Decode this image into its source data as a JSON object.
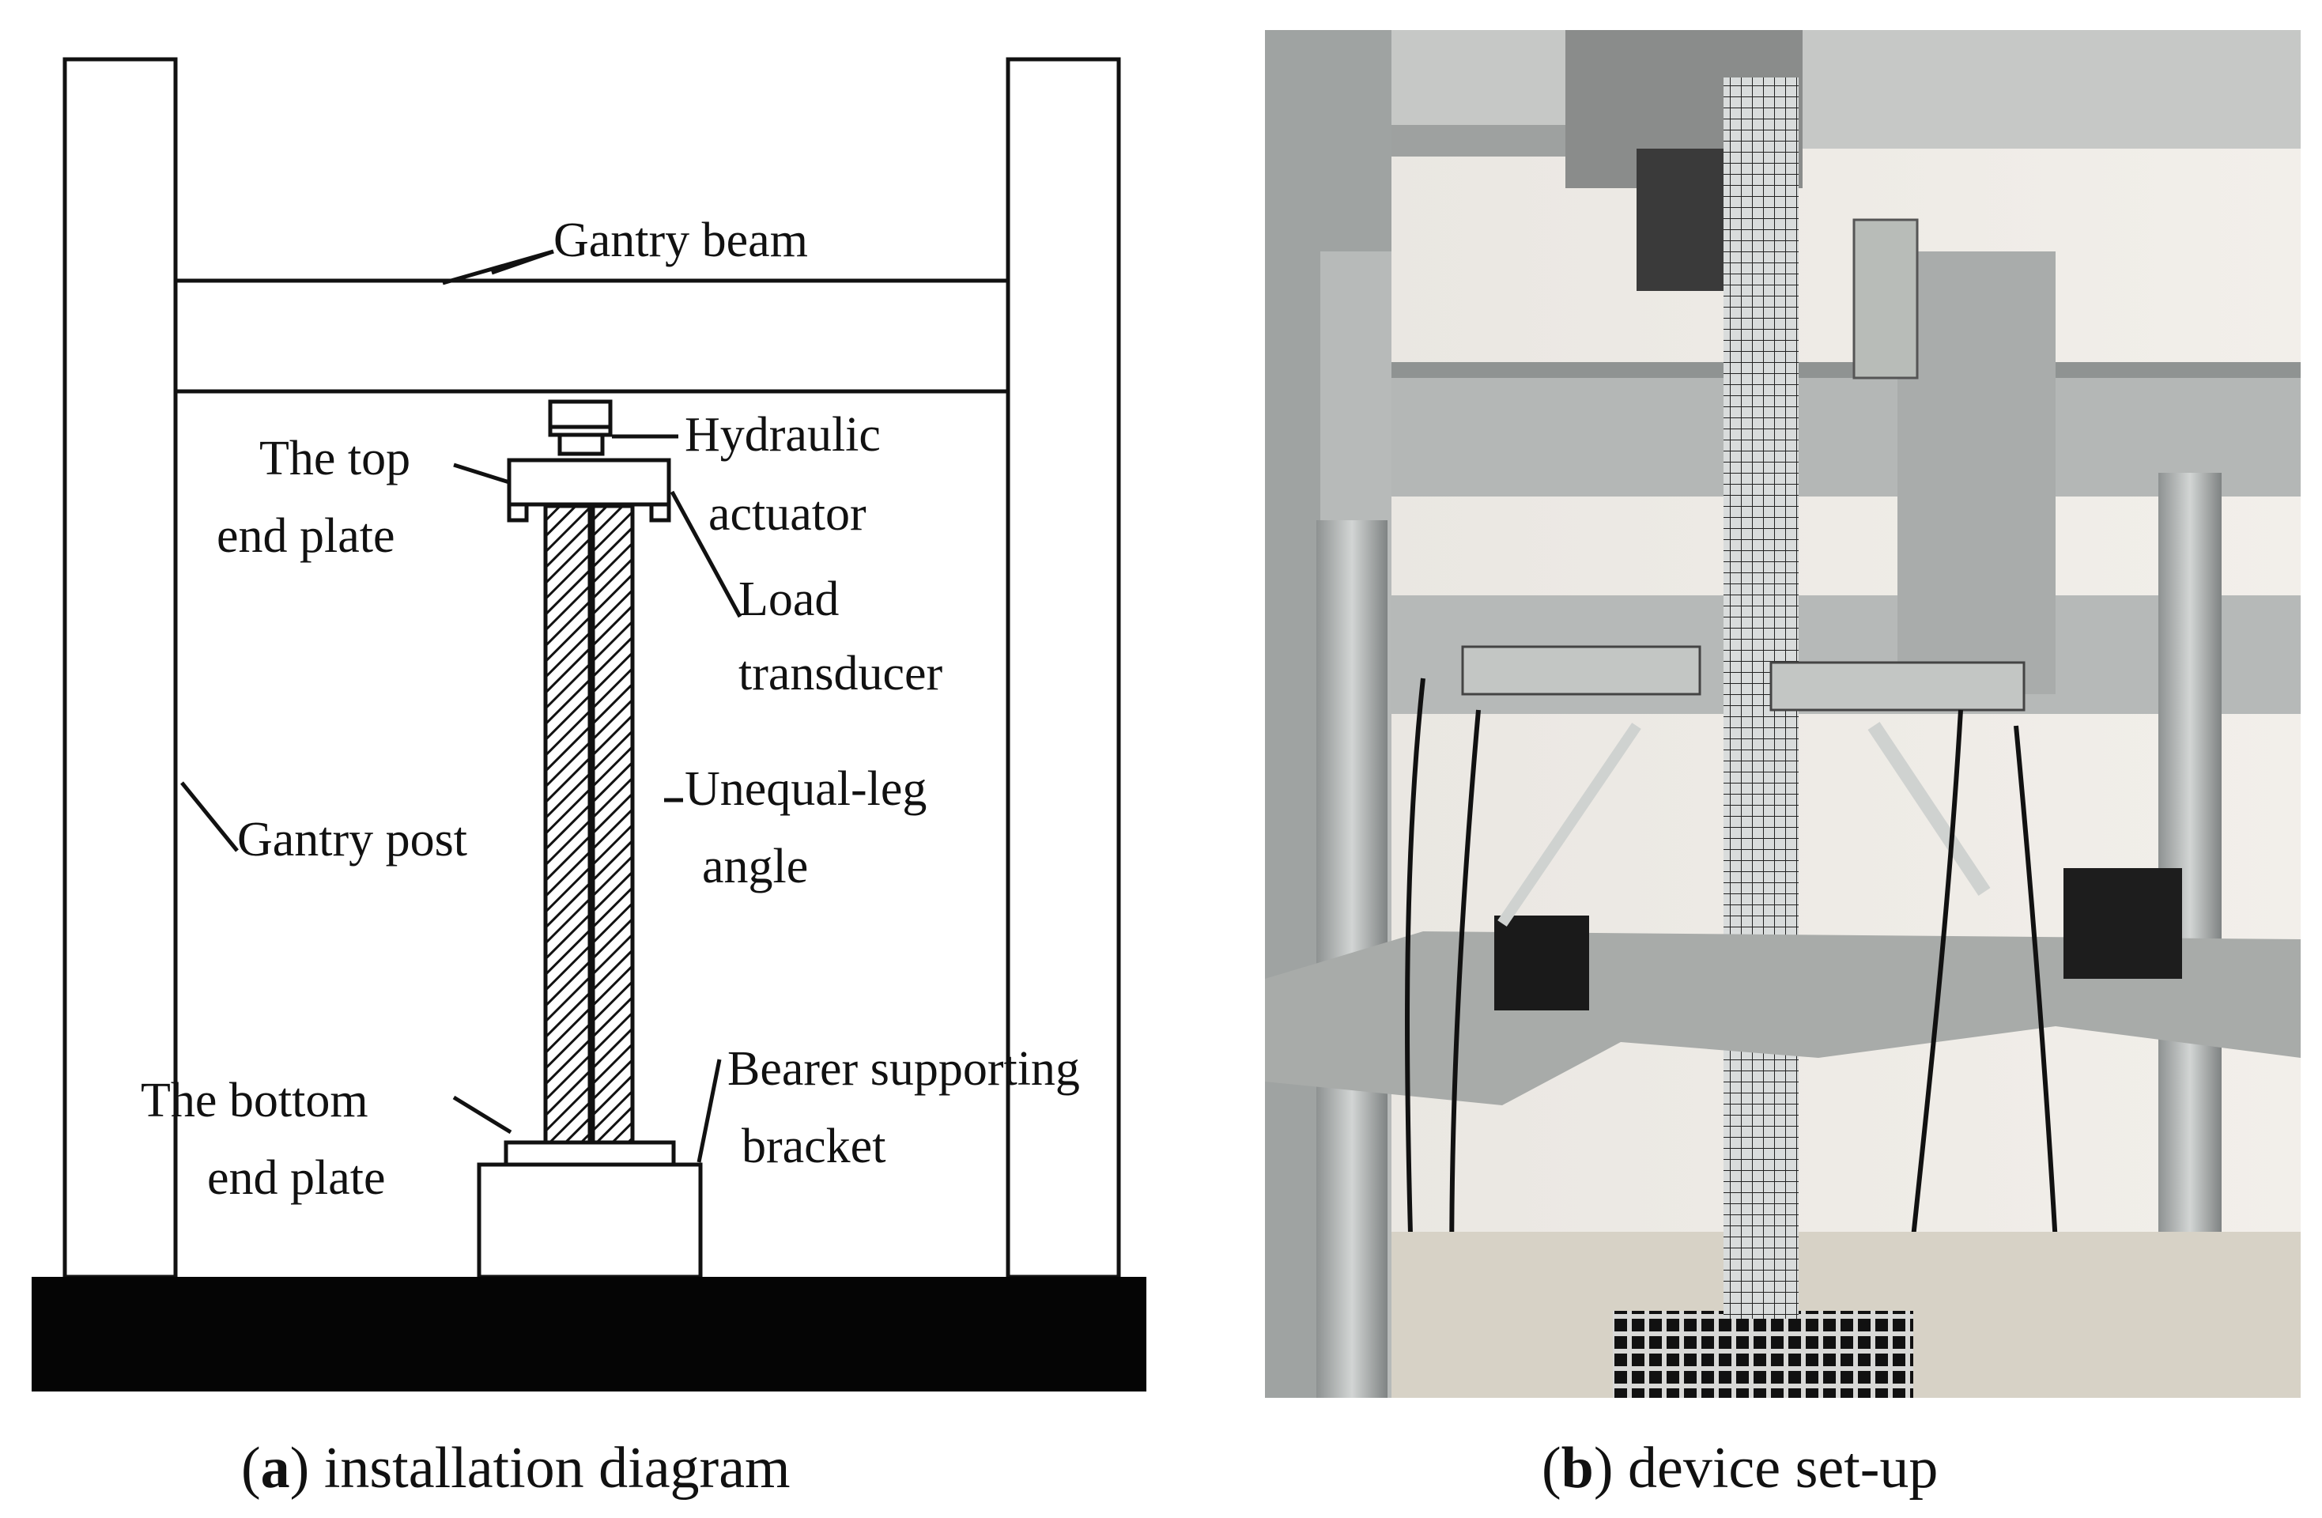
{
  "panel_a": {
    "labels": {
      "gantry_beam": "Gantry beam",
      "hydraulic_actuator_1": "Hydraulic",
      "hydraulic_actuator_2": "actuator",
      "top_end_plate_1": "The top",
      "top_end_plate_2": "end plate",
      "load_transducer_1": "Load",
      "load_transducer_2": "transducer",
      "unequal_leg_angle_1": "Unequal-leg",
      "unequal_leg_angle_2": "angle",
      "gantry_post": "Gantry post",
      "bearer_bracket_1": "Bearer supporting",
      "bearer_bracket_2": "bracket",
      "bottom_end_plate_1": "The bottom",
      "bottom_end_plate_2": "end plate"
    },
    "caption_letter": "a",
    "caption_text": " installation diagram"
  },
  "panel_b": {
    "caption_letter": "b",
    "caption_text": " device set-up"
  },
  "colors": {
    "line": "#111111",
    "base": "#050505",
    "wall": "#ece9e3",
    "steel": "#b9bcbc",
    "steel_dark": "#7d8181"
  }
}
